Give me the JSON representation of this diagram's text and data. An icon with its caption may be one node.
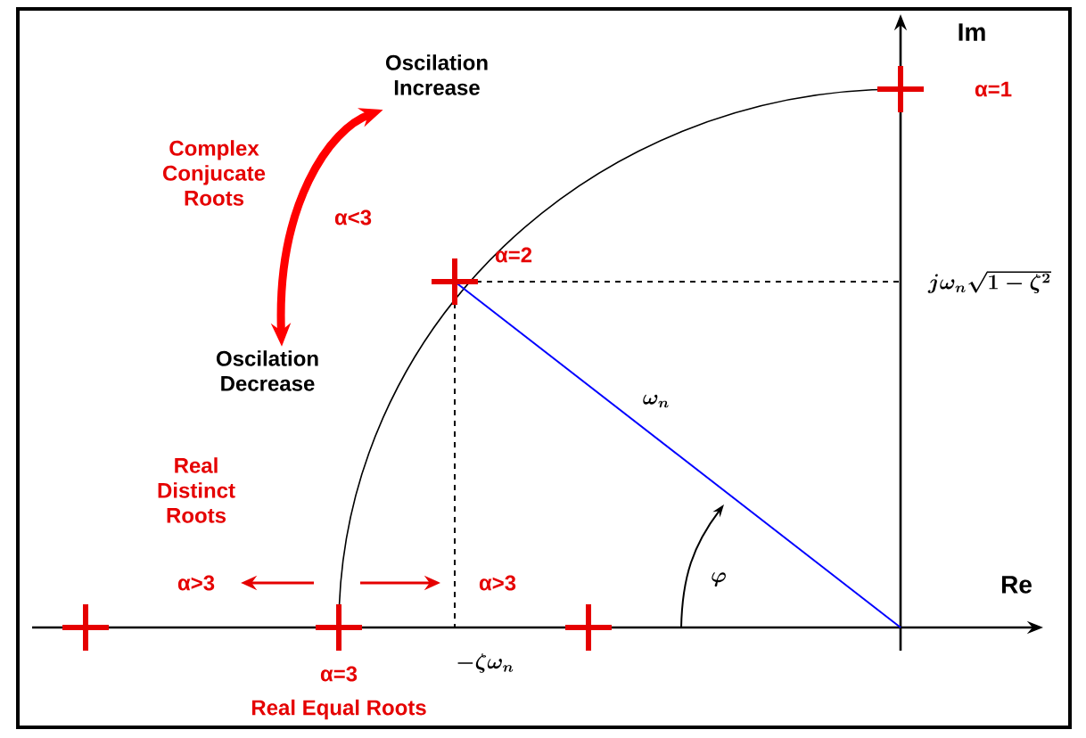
{
  "diagram": {
    "nodes": [
      {
        "text": [
          "Oscilation Increase"
        ]
      },
      {
        "text": [
          "Oscilation Decrease"
        ]
      }
    ],
    "edges": [
      {
        "from": 1,
        "to": 0,
        "arrow": "both",
        "label": "α<3",
        "color": "#ff0000"
      }
    ],
    "labels": [
      "Im",
      "Complex Conjucate Roots",
      "α=1",
      "α=2",
      "j\\omega_n\\sqrt{1-\\zeta^2}",
      "\\omega_n",
      "Real Distinct Roots",
      "α>3",
      "α>3",
      "\\varphi",
      "Re",
      "-\\zeta\\omega_n",
      "α=3",
      "Real Equal Roots"
    ]
  }
}
